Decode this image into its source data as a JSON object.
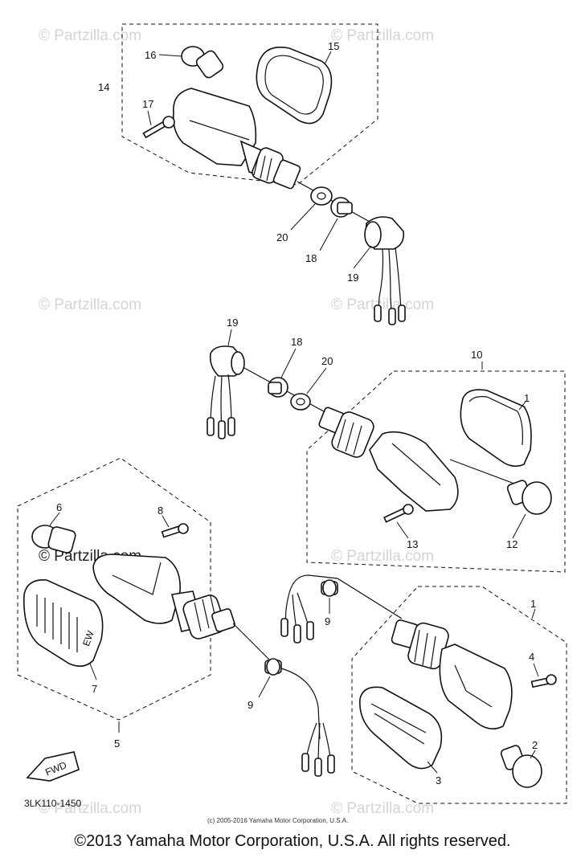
{
  "watermark": "© Partzilla.com",
  "diagram_code": "3LK110-1450",
  "small_copyright": "(c) 2005-2016 Yamaha Motor Corporation, U.S.A.",
  "footer_copyright": "©2013 Yamaha Motor Corporation, U.S.A. All rights reserved.",
  "fwd_label": "FWD",
  "lens_marking": "EW",
  "callouts": {
    "c16": "16",
    "c15": "15",
    "c14": "14",
    "c17": "17",
    "c20a": "20",
    "c18a": "18",
    "c19a": "19",
    "c19b": "19",
    "c18b": "18",
    "c20b": "20",
    "c10": "10",
    "c1a": "1",
    "c13": "13",
    "c12": "12",
    "c6": "6",
    "c8": "8",
    "c7": "7",
    "c5": "5",
    "c9a": "9",
    "c9b": "9",
    "c1b": "1",
    "c4": "4",
    "c2": "2",
    "c3": "3"
  }
}
